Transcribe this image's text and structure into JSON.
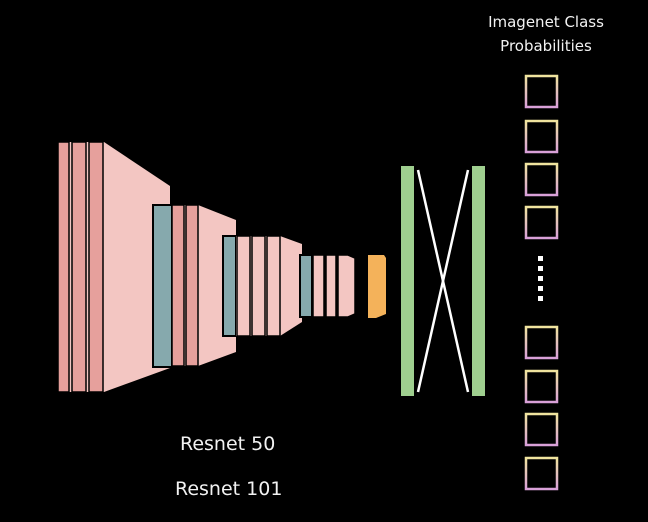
{
  "heading": {
    "line1": "Imagenet Class",
    "line2": "Probabilities"
  },
  "models": [
    {
      "label": "Resnet 50"
    },
    {
      "label": "Resnet 101"
    }
  ],
  "colors": {
    "background": "#000000",
    "conv_block": "#f3c6c2",
    "conv_block_dark": "#e6a09c",
    "batch_norm": "#86a9ad",
    "pool": "#f4b25a",
    "dense": "#9fcf8f",
    "output_border_top": "#f0e49e",
    "output_border_bottom": "#d9a0d9",
    "text": "#f2f2f2"
  },
  "icons": {
    "ellipsis": "vertical-ellipsis-icon"
  }
}
